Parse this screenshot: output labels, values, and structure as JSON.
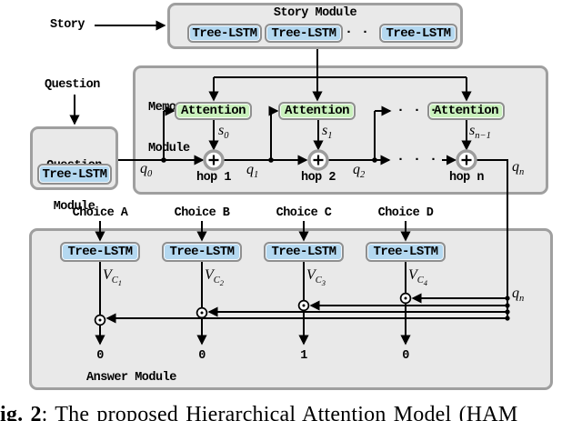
{
  "figure": {
    "caption_bold": "ig. 2",
    "caption_rest": ": The proposed Hierarchical Attention Model (HAM"
  },
  "colors": {
    "tree_lstm_chip": "#b4d8f0",
    "attention_chip": "#c9f0bc",
    "module_background": "#e9e9e9",
    "module_border": "#9f9f9f",
    "line": "#000000"
  },
  "inputs": {
    "story": "Story",
    "question": "Question"
  },
  "story_module": {
    "title": "Story Module",
    "units": [
      "Tree-LSTM",
      "Tree-LSTM",
      "Tree-LSTM"
    ],
    "ellipsis": "· · ·"
  },
  "question_module": {
    "title_line1": "Question",
    "title_line2": "Module",
    "unit": "Tree-LSTM"
  },
  "memory_module": {
    "title_line1": "Memory",
    "title_line2": "Module",
    "attention_units": [
      "Attention",
      "Attention",
      "Attention"
    ],
    "ellipsis": "· · ·",
    "q_labels": [
      {
        "base": "q",
        "sub": "0"
      },
      {
        "base": "q",
        "sub": "1"
      },
      {
        "base": "q",
        "sub": "2"
      },
      {
        "base": "q",
        "sub": "n"
      }
    ],
    "s_labels": [
      {
        "base": "s",
        "sub": "0"
      },
      {
        "base": "s",
        "sub": "1"
      },
      {
        "base": "s",
        "sub": "n−1"
      }
    ],
    "hop_labels": [
      "hop 1",
      "hop 2",
      "hop n"
    ]
  },
  "answer_module": {
    "title": "Answer Module",
    "choices": [
      "Choice A",
      "Choice B",
      "Choice C",
      "Choice D"
    ],
    "units": [
      "Tree-LSTM",
      "Tree-LSTM",
      "Tree-LSTM",
      "Tree-LSTM"
    ],
    "v_labels": [
      {
        "base": "V",
        "sub": "C",
        "subsub": "1"
      },
      {
        "base": "V",
        "sub": "C",
        "subsub": "2"
      },
      {
        "base": "V",
        "sub": "C",
        "subsub": "3"
      },
      {
        "base": "V",
        "sub": "C",
        "subsub": "4"
      }
    ],
    "q_label": {
      "base": "q",
      "sub": "n"
    },
    "outputs": [
      "0",
      "0",
      "1",
      "0"
    ]
  }
}
